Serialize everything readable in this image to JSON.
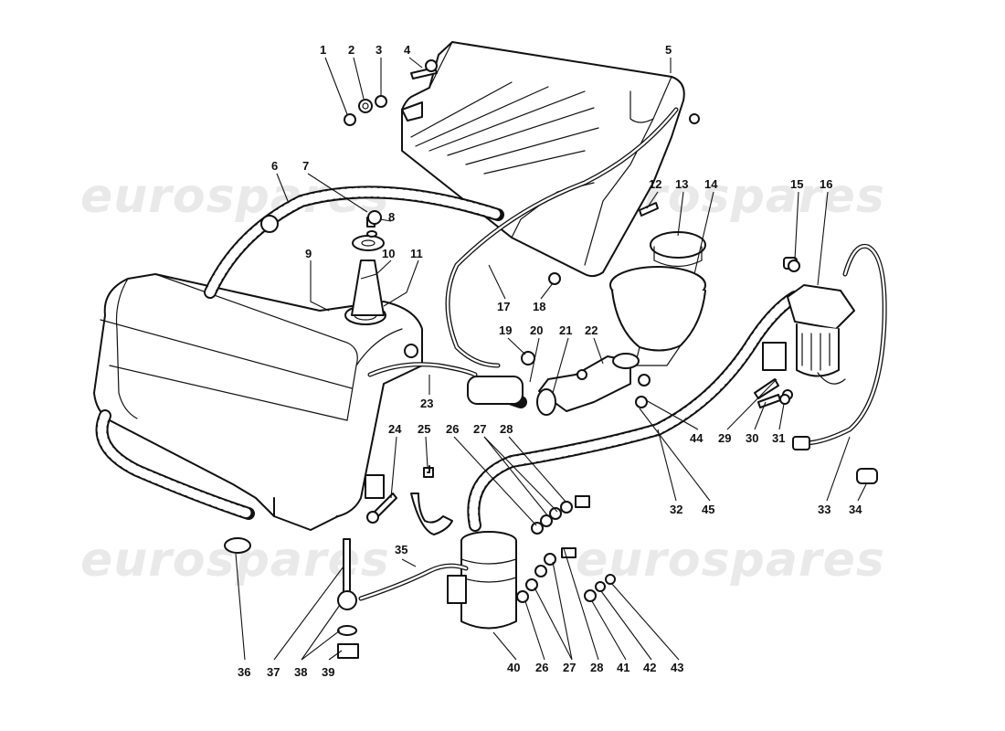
{
  "watermark": {
    "text": "eurospares"
  },
  "callouts": [
    {
      "id": "c1",
      "label": "1"
    },
    {
      "id": "c2",
      "label": "2"
    },
    {
      "id": "c3",
      "label": "3"
    },
    {
      "id": "c4",
      "label": "4"
    },
    {
      "id": "c5",
      "label": "5"
    },
    {
      "id": "c6",
      "label": "6"
    },
    {
      "id": "c7",
      "label": "7"
    },
    {
      "id": "c8",
      "label": "8"
    },
    {
      "id": "c9",
      "label": "9"
    },
    {
      "id": "c10",
      "label": "10"
    },
    {
      "id": "c11",
      "label": "11"
    },
    {
      "id": "c12",
      "label": "12"
    },
    {
      "id": "c13",
      "label": "13"
    },
    {
      "id": "c14",
      "label": "14"
    },
    {
      "id": "c15",
      "label": "15"
    },
    {
      "id": "c16",
      "label": "16"
    },
    {
      "id": "c17",
      "label": "17"
    },
    {
      "id": "c18",
      "label": "18"
    },
    {
      "id": "c19",
      "label": "19"
    },
    {
      "id": "c20",
      "label": "20"
    },
    {
      "id": "c21",
      "label": "21"
    },
    {
      "id": "c22",
      "label": "22"
    },
    {
      "id": "c23",
      "label": "23"
    },
    {
      "id": "c24",
      "label": "24"
    },
    {
      "id": "c25",
      "label": "25"
    },
    {
      "id": "c26a",
      "label": "26"
    },
    {
      "id": "c27a",
      "label": "27"
    },
    {
      "id": "c28a",
      "label": "28"
    },
    {
      "id": "c29",
      "label": "29"
    },
    {
      "id": "c30",
      "label": "30"
    },
    {
      "id": "c31",
      "label": "31"
    },
    {
      "id": "c32",
      "label": "32"
    },
    {
      "id": "c33",
      "label": "33"
    },
    {
      "id": "c34",
      "label": "34"
    },
    {
      "id": "c35",
      "label": "35"
    },
    {
      "id": "c36",
      "label": "36"
    },
    {
      "id": "c37",
      "label": "37"
    },
    {
      "id": "c38",
      "label": "38"
    },
    {
      "id": "c39",
      "label": "39"
    },
    {
      "id": "c40",
      "label": "40"
    },
    {
      "id": "c26b",
      "label": "26"
    },
    {
      "id": "c27b",
      "label": "27"
    },
    {
      "id": "c28b",
      "label": "28"
    },
    {
      "id": "c41",
      "label": "41"
    },
    {
      "id": "c42",
      "label": "42"
    },
    {
      "id": "c43",
      "label": "43"
    },
    {
      "id": "c44",
      "label": "44"
    },
    {
      "id": "c45",
      "label": "45"
    }
  ]
}
